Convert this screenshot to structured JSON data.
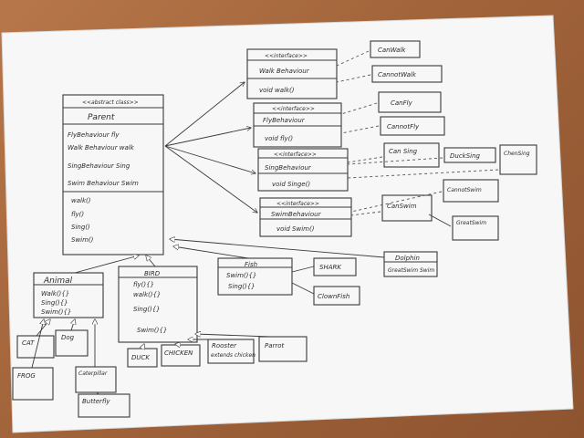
{
  "parent": {
    "stereotype": "<<abstract class>>",
    "name": "Parent",
    "attributes": [
      "FlyBehaviour fly",
      "Walk Behaviour walk",
      "SingBehaviour Sing",
      "Swim Behaviour Swim"
    ],
    "methods": [
      "walk()",
      "fly()",
      "Sing()",
      "Swim()"
    ]
  },
  "interfaces": [
    {
      "stereotype": "<<interface>>",
      "name": "Walk Behaviour",
      "method": "void walk()"
    },
    {
      "stereotype": "<<interface>>",
      "name": "FlyBehaviour",
      "method": "void fly()"
    },
    {
      "stereotype": "<<interface>>",
      "name": "SingBehaviour",
      "method": "void Singe()"
    },
    {
      "stereotype": "<<interface>>",
      "name": "SwimBehaviour",
      "method": "void Swim()"
    }
  ],
  "impls": {
    "canwalk": "CanWalk",
    "cannotwalk": "CannotWalk",
    "canfly": "CanFly",
    "cannotfly": "CannotFly",
    "cansing": "Can Sing",
    "ducksing": "DuckSing",
    "chensing": "ChenSing",
    "cannotswim": "CannotSwim",
    "canswim": "CanSwim",
    "greatswim": "GreatSwim"
  },
  "animal": {
    "name": "Animal",
    "methods": [
      "Walk(){}",
      "Sing(){}",
      "Swim(){}"
    ]
  },
  "bird": {
    "name": "BIRD",
    "methods": [
      "fly(){}",
      "walk(){}",
      "Sing(){}",
      "Swim(){}"
    ]
  },
  "fish": {
    "name": "Fish",
    "methods": [
      "Swim(){}",
      "Sing(){}"
    ]
  },
  "dolphin": {
    "name": "Dolphin",
    "method": "GreatSwim Swim"
  },
  "leaves": {
    "shark": "SHARK",
    "clownfish": "ClownFish",
    "cat": "CAT",
    "dog": "Dog",
    "frog": "FROG",
    "caterpillar": "Caterpillar",
    "butterfly": "Butterfly",
    "duck": "DUCK",
    "chicken": "CHICKEN",
    "rooster": "Rooster",
    "rooster_sub": "extends chicken",
    "parrot": "Parrot"
  }
}
